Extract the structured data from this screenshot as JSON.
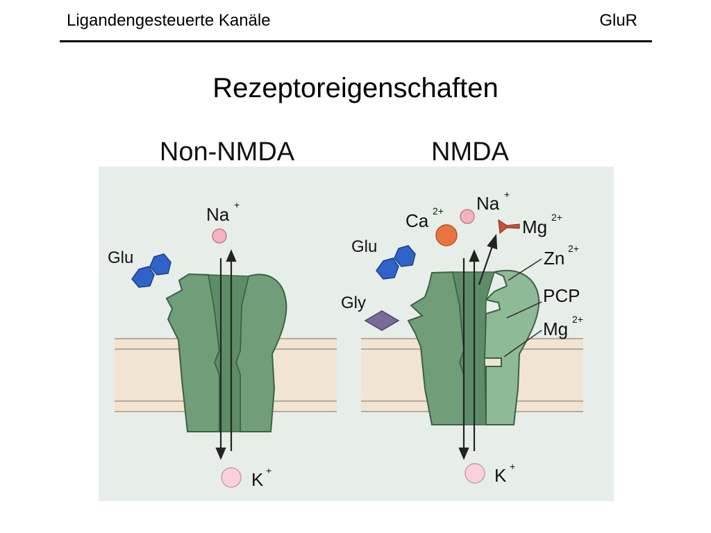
{
  "header": {
    "left": "Ligandengesteuerte Kanäle",
    "right": "GluR"
  },
  "slide_title": "Rezeptoreigenschaften",
  "figure": {
    "left_panel": {
      "title": "Non-NMDA",
      "ion_top": "Na",
      "ion_top_charge": "+",
      "ligand": "Glu",
      "ion_bottom": "K",
      "ion_bottom_charge": "+"
    },
    "right_panel": {
      "title": "NMDA",
      "ion_ca": "Ca",
      "ion_ca_charge": "2+",
      "ion_na": "Na",
      "ion_na_charge": "+",
      "mg_top": "Mg",
      "mg_top_charge": "2+",
      "ligand_glu": "Glu",
      "ligand_gly": "Gly",
      "zn": "Zn",
      "zn_charge": "2+",
      "pcp": "PCP",
      "mg_bottom": "Mg",
      "mg_bottom_charge": "2+",
      "ion_bottom": "K",
      "ion_bottom_charge": "+"
    },
    "colors": {
      "background": "#e7eee9",
      "membrane": "#f1e4d3",
      "channel": "#6f9e79",
      "glu": "#2f63c9",
      "gly": "#7a6a98",
      "na": "#f2b4c0",
      "ca": "#e8743f",
      "k": "#f7d2dc",
      "mg": "#c9543a"
    }
  }
}
